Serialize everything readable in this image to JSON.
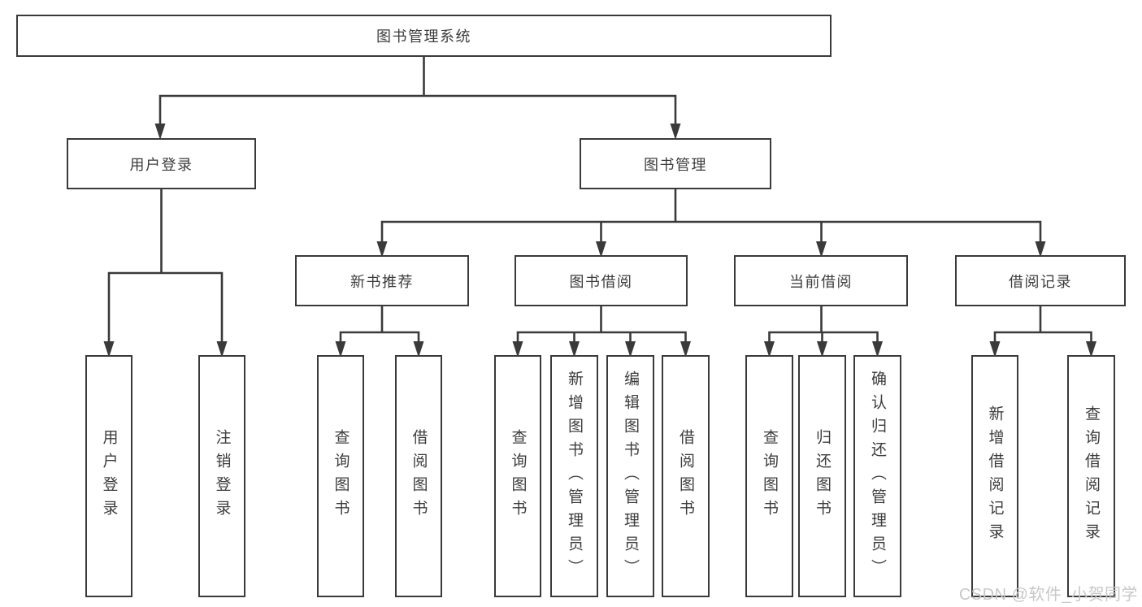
{
  "diagram": {
    "tree": {
      "root": {
        "label": "图书管理系统",
        "children": [
          {
            "label": "用户登录",
            "children": [
              {
                "label": "用户登录"
              },
              {
                "label": "注销登录"
              }
            ]
          },
          {
            "label": "图书管理",
            "children": [
              {
                "label": "新书推荐",
                "children": [
                  {
                    "label": "查询图书"
                  },
                  {
                    "label": "借阅图书"
                  }
                ]
              },
              {
                "label": "图书借阅",
                "children": [
                  {
                    "label": "查询图书"
                  },
                  {
                    "label": "新增图书（管理员）"
                  },
                  {
                    "label": "编辑图书（管理员）"
                  },
                  {
                    "label": "借阅图书"
                  }
                ]
              },
              {
                "label": "当前借阅",
                "children": [
                  {
                    "label": "查询图书"
                  },
                  {
                    "label": "归还图书"
                  },
                  {
                    "label": "确认归还（管理员）"
                  }
                ]
              },
              {
                "label": "借阅记录",
                "children": [
                  {
                    "label": "新增借阅记录"
                  },
                  {
                    "label": "查询借阅记录"
                  }
                ]
              }
            ]
          }
        ]
      }
    },
    "colors": {
      "line": "#3a3a3a",
      "text": "#3c3c3c",
      "background": "#ffffff",
      "watermark": "#c8c8c8"
    }
  },
  "watermark": {
    "text": "CSDN @软件_小贺同学"
  }
}
